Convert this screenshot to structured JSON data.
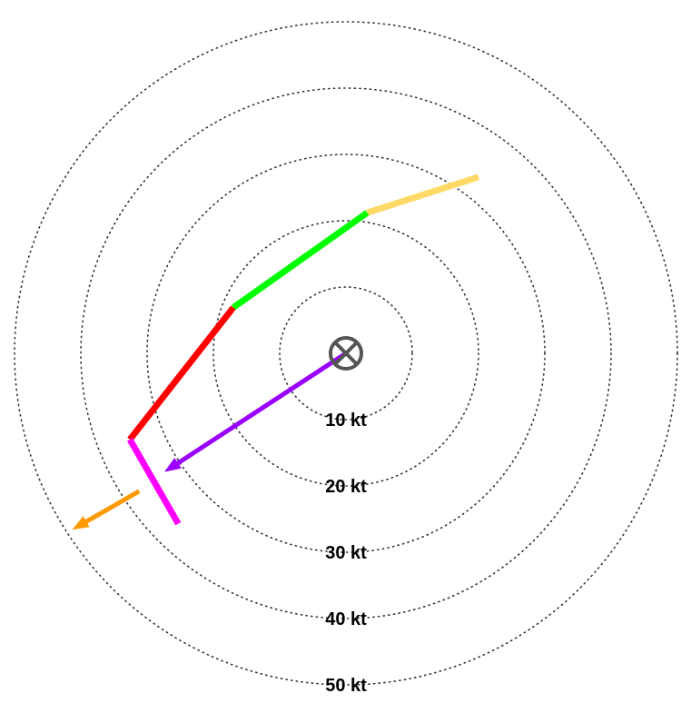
{
  "chart_data": {
    "type": "hodograph",
    "units": "kt",
    "rings": [
      {
        "speed": 10,
        "label": "10 kt"
      },
      {
        "speed": 20,
        "label": "20 kt"
      },
      {
        "speed": 30,
        "label": "30 kt"
      },
      {
        "speed": 40,
        "label": "40 kt"
      },
      {
        "speed": 50,
        "label": "50 kt"
      }
    ],
    "grid": true,
    "ring_style": "dotted",
    "axis_range_kt": [
      -52,
      52
    ],
    "origin_marker": "circled-x",
    "hodograph_segments": [
      {
        "color": "#ffd966",
        "points": [
          [
            20.0,
            26.6
          ],
          [
            3.2,
            21.2
          ]
        ]
      },
      {
        "color": "#00ff00",
        "points": [
          [
            3.2,
            21.2
          ],
          [
            -17.0,
            6.9
          ]
        ]
      },
      {
        "color": "#ff0000",
        "points": [
          [
            -17.0,
            6.9
          ],
          [
            -32.6,
            -13.0
          ]
        ]
      }
    ],
    "surface_layer_marker": {
      "color": "#ff00ff",
      "points": [
        [
          -32.6,
          -13.0
        ],
        [
          -25.3,
          -25.7
        ]
      ]
    },
    "arrows": [
      {
        "name": "storm-motion",
        "color": "#9900ff",
        "from": [
          0.0,
          0.0
        ],
        "to": [
          -27.4,
          -17.9
        ]
      },
      {
        "name": "inflow",
        "color": "#ff9900",
        "from": [
          -31.2,
          -20.8
        ],
        "to": [
          -41.3,
          -26.6
        ]
      }
    ]
  }
}
